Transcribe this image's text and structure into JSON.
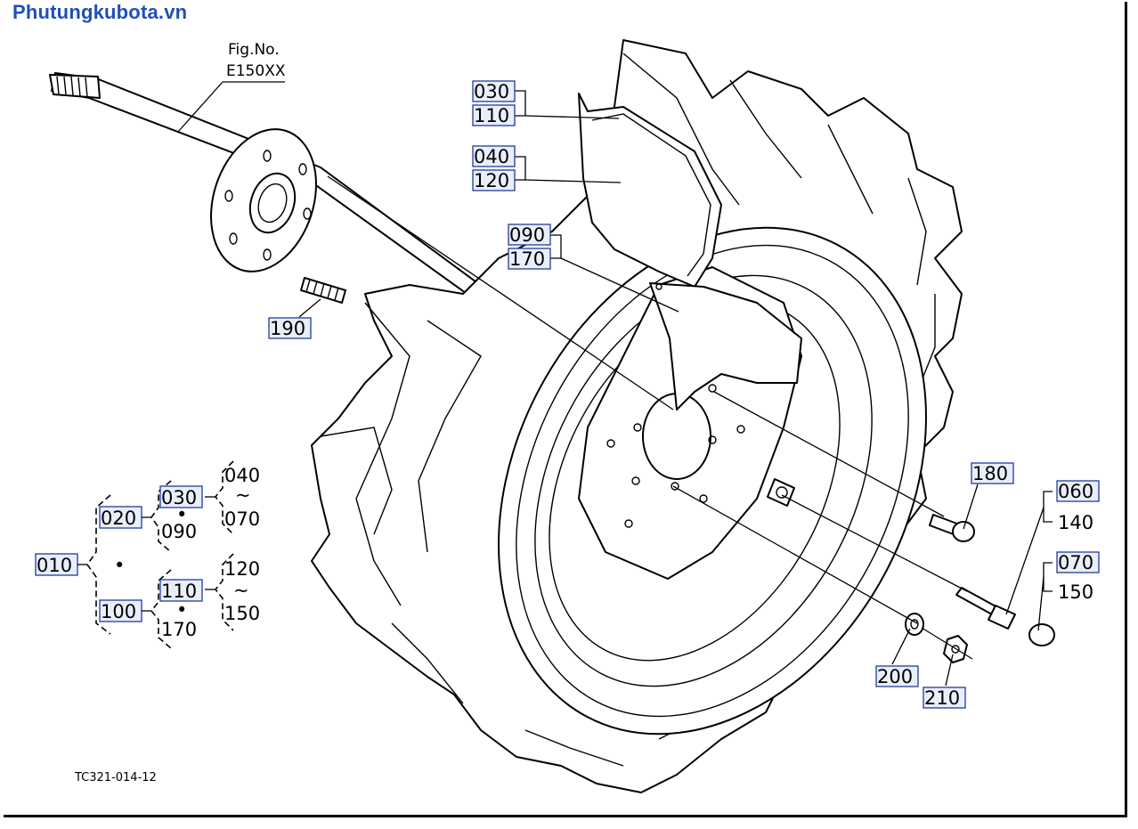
{
  "site_title": "Phutungkubota.vn",
  "figure": {
    "fig_label": "Fig.No.",
    "fig_number": "E150XX",
    "drawing_code": "TC321-014-12"
  },
  "callouts": {
    "030": "030",
    "110": "110",
    "040": "040",
    "120": "120",
    "090": "090",
    "170": "170",
    "190": "190",
    "180": "180",
    "060": "060",
    "140": "140",
    "070": "070",
    "150": "150",
    "200": "200",
    "210": "210"
  },
  "tree": {
    "root": "010",
    "dot": "•",
    "tilde": "~",
    "branch_a": {
      "label": "020",
      "sub_1": "030",
      "sub_2": "090",
      "range_from": "040",
      "range_to": "070"
    },
    "branch_b": {
      "label": "100",
      "sub_1": "110",
      "sub_2": "170",
      "range_from": "120",
      "range_to": "150"
    }
  },
  "colors": {
    "brand": "#1f4fb8",
    "label_box_fill": "#e9eefb",
    "label_box_stroke": "#203c9c",
    "line": "#000000"
  }
}
